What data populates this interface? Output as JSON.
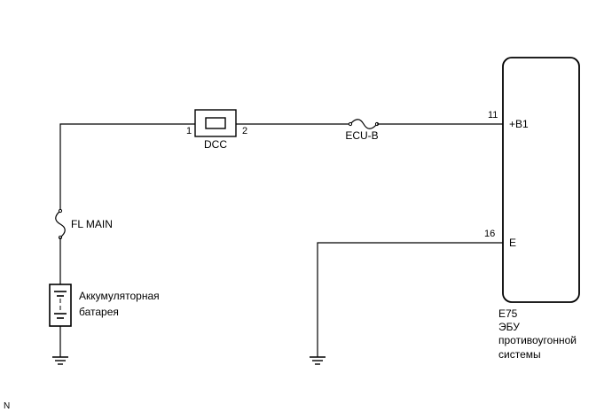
{
  "ecu": {
    "code": "E75",
    "name_line1": "ЭБУ",
    "name_line2": "противоугонной",
    "name_line3": "системы",
    "pin_b1_number": "11",
    "pin_b1_name": "+B1",
    "pin_e_number": "16",
    "pin_e_name": "E"
  },
  "dcc": {
    "label": "DCC",
    "pin_left": "1",
    "pin_right": "2"
  },
  "fuse_ecu_b": {
    "label": "ECU-B"
  },
  "fuse_fl_main": {
    "label": "FL MAIN"
  },
  "battery": {
    "label_line1": "Аккумуляторная",
    "label_line2": "батарея"
  },
  "corner_mark": "N"
}
